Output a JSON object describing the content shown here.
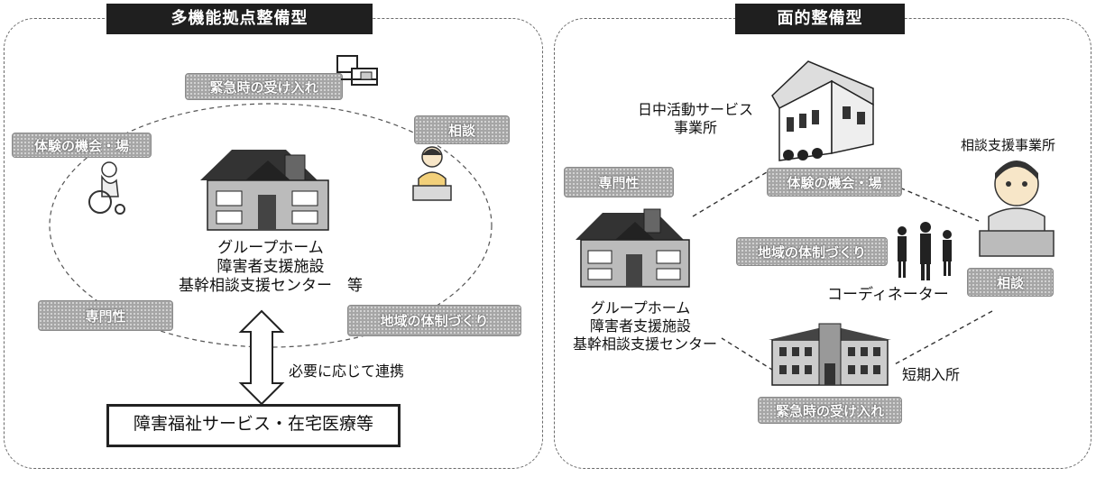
{
  "left": {
    "title": "多機能拠点整備型",
    "labels": {
      "emergency": "緊急時の受け入れ",
      "experience": "体験の機会・場",
      "consult": "相談",
      "specialty": "専門性",
      "community": "地域の体制づくり"
    },
    "facility_lines": [
      "グループホーム",
      "障害者支援施設",
      "基幹相談支援センター　等"
    ],
    "link_label": "必要に応じて連携",
    "bottom_box": "障害福祉サービス・在宅医療等"
  },
  "right": {
    "title": "面的整備型",
    "labels": {
      "specialty": "専門性",
      "experience": "体験の機会・場",
      "community": "地域の体制づくり",
      "consult": "相談",
      "emergency": "緊急時の受け入れ"
    },
    "day_service": [
      "日中活動サービス",
      "事業所"
    ],
    "consult_office": "相談支援事業所",
    "coordinator": "コーディネーター",
    "short_stay": "短期入所",
    "facility_lines": [
      "グループホーム",
      "障害者支援施設",
      "基幹相談支援センター"
    ]
  }
}
